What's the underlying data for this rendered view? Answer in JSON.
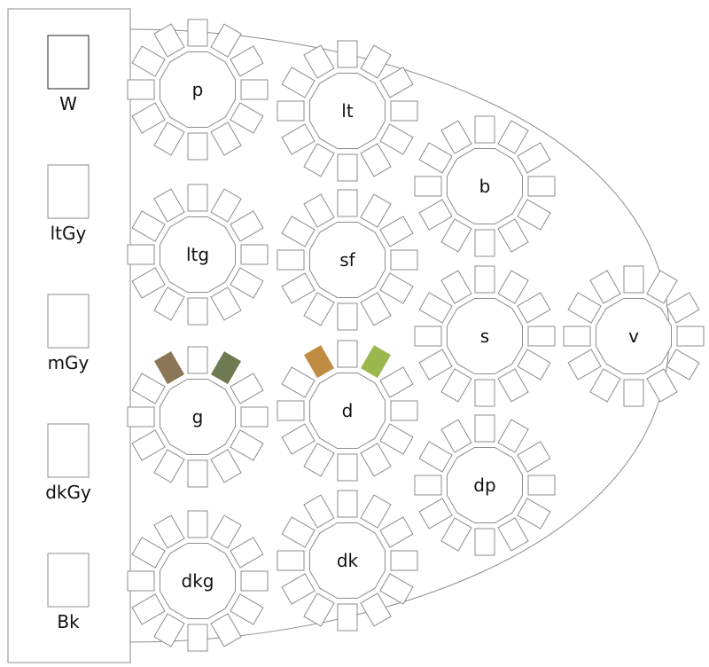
{
  "colors": {
    "outline": "#8c8c8c",
    "text": "#111111",
    "background": "#ffffff",
    "swatch_border_first": "#222222"
  },
  "sidebar": {
    "swatches": [
      {
        "label": "W"
      },
      {
        "label": "ltGy"
      },
      {
        "label": "mGy"
      },
      {
        "label": "dkGy"
      },
      {
        "label": "Bk"
      }
    ]
  },
  "tables": [
    {
      "label": "p"
    },
    {
      "label": "lt"
    },
    {
      "label": "b"
    },
    {
      "label": "ltg"
    },
    {
      "label": "sf"
    },
    {
      "label": "s"
    },
    {
      "label": "v"
    },
    {
      "label": "g",
      "colored_seats": [
        {
          "seat": 11,
          "color": "#8b7657"
        },
        {
          "seat": 1,
          "color": "#6f7a52"
        }
      ]
    },
    {
      "label": "d",
      "colored_seats": [
        {
          "seat": 11,
          "color": "#c08c42"
        },
        {
          "seat": 1,
          "color": "#9ab84d"
        }
      ]
    },
    {
      "label": "dp"
    },
    {
      "label": "dkg"
    },
    {
      "label": "dk"
    }
  ]
}
